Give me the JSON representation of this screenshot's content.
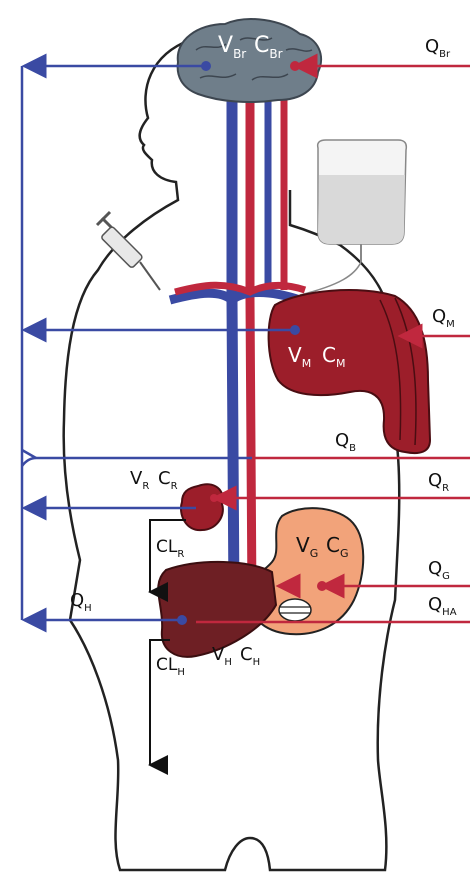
{
  "colors": {
    "artery": "#c0283e",
    "vein": "#3a4aa3",
    "organ_red": "#9c1e2a",
    "liver": "#6e1f24",
    "gut": "#f2a37a",
    "brain": "#6f7e8a",
    "outline": "#222222",
    "bag": "#e6e6e6"
  },
  "labels": {
    "brain": {
      "v": "V",
      "vs": "Br",
      "c": "C",
      "cs": "Br"
    },
    "muscle": {
      "v": "V",
      "vs": "M",
      "c": "C",
      "cs": "M"
    },
    "kidney": {
      "v": "V",
      "vs": "R",
      "c": "C",
      "cs": "R"
    },
    "gut": {
      "v": "V",
      "vs": "G",
      "c": "C",
      "cs": "G"
    },
    "liver": {
      "v": "V",
      "vs": "H",
      "c": "C",
      "cs": "H"
    }
  },
  "flows": {
    "brain": {
      "q": "Q",
      "s": "Br"
    },
    "muscle": {
      "q": "Q",
      "s": "M"
    },
    "body": {
      "q": "Q",
      "s": "B"
    },
    "kidney": {
      "q": "Q",
      "s": "R"
    },
    "gut": {
      "q": "Q",
      "s": "G"
    },
    "hepatic_artery": {
      "q": "Q",
      "s": "HA"
    },
    "hepatic_out": {
      "q": "Q",
      "s": "H"
    }
  },
  "clearances": {
    "renal": {
      "t": "CL",
      "s": "R"
    },
    "hepatic": {
      "t": "CL",
      "s": "H"
    }
  }
}
